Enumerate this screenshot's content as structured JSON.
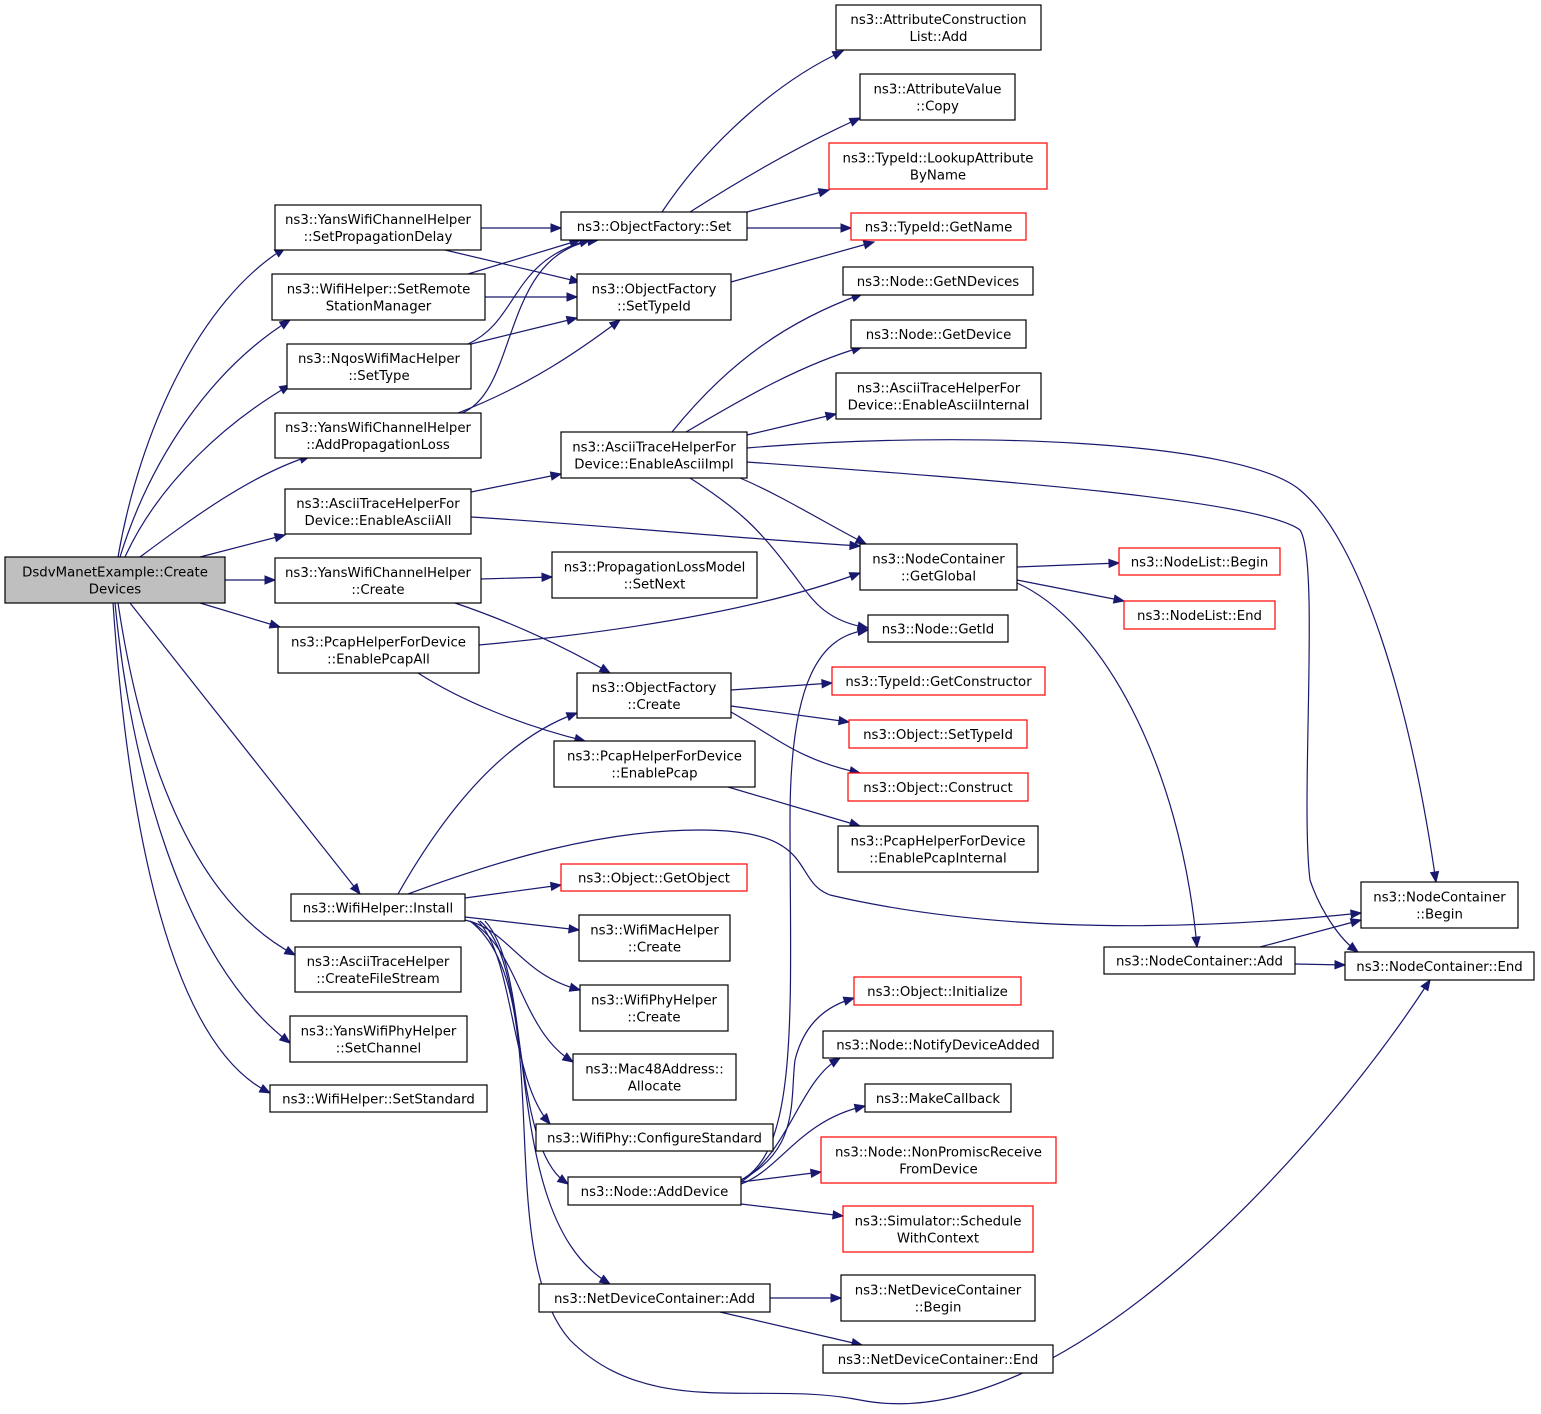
{
  "colors": {
    "edge": "#191970",
    "normal_border": "#000000",
    "undocumented_border": "#ff0000",
    "root_fill": "#bfbfbf",
    "node_fill": "#ffffff"
  },
  "nodes": [
    {
      "id": "root",
      "lines": [
        "DsdvManetExample::Create",
        "Devices"
      ],
      "style": "root"
    },
    {
      "id": "ycSetPropDelay",
      "lines": [
        "ns3::YansWifiChannelHelper",
        "::SetPropagationDelay"
      ],
      "style": "normal"
    },
    {
      "id": "whSetRemote",
      "lines": [
        "ns3::WifiHelper::SetRemote",
        "StationManager"
      ],
      "style": "normal"
    },
    {
      "id": "nqosSetType",
      "lines": [
        "ns3::NqosWifiMacHelper",
        "::SetType"
      ],
      "style": "normal"
    },
    {
      "id": "ycAddPropLoss",
      "lines": [
        "ns3::YansWifiChannelHelper",
        "::AddPropagationLoss"
      ],
      "style": "normal"
    },
    {
      "id": "atEnableAsciiAll",
      "lines": [
        "ns3::AsciiTraceHelperFor",
        "Device::EnableAsciiAll"
      ],
      "style": "normal"
    },
    {
      "id": "ycCreate",
      "lines": [
        "ns3::YansWifiChannelHelper",
        "::Create"
      ],
      "style": "normal"
    },
    {
      "id": "pcapEnableAll",
      "lines": [
        "ns3::PcapHelperForDevice",
        "::EnablePcapAll"
      ],
      "style": "normal"
    },
    {
      "id": "whInstall",
      "lines": [
        "ns3::WifiHelper::Install"
      ],
      "style": "normal"
    },
    {
      "id": "athCreateFileStream",
      "lines": [
        "ns3::AsciiTraceHelper",
        "::CreateFileStream"
      ],
      "style": "normal"
    },
    {
      "id": "ywpSetChannel",
      "lines": [
        "ns3::YansWifiPhyHelper",
        "::SetChannel"
      ],
      "style": "normal"
    },
    {
      "id": "whSetStandard",
      "lines": [
        "ns3::WifiHelper::SetStandard"
      ],
      "style": "normal"
    },
    {
      "id": "ofSet",
      "lines": [
        "ns3::ObjectFactory::Set"
      ],
      "style": "normal"
    },
    {
      "id": "ofSetTypeId",
      "lines": [
        "ns3::ObjectFactory",
        "::SetTypeId"
      ],
      "style": "normal"
    },
    {
      "id": "atEnableAsciiImpl",
      "lines": [
        "ns3::AsciiTraceHelperFor",
        "Device::EnableAsciiImpl"
      ],
      "style": "normal"
    },
    {
      "id": "plmSetNext",
      "lines": [
        "ns3::PropagationLossModel",
        "::SetNext"
      ],
      "style": "normal"
    },
    {
      "id": "ofCreate",
      "lines": [
        "ns3::ObjectFactory",
        "::Create"
      ],
      "style": "normal"
    },
    {
      "id": "pcapEnablePcap",
      "lines": [
        "ns3::PcapHelperForDevice",
        "::EnablePcap"
      ],
      "style": "normal"
    },
    {
      "id": "objGetObject",
      "lines": [
        "ns3::Object::GetObject"
      ],
      "style": "undocumented"
    },
    {
      "id": "wmhCreate",
      "lines": [
        "ns3::WifiMacHelper",
        "::Create"
      ],
      "style": "normal"
    },
    {
      "id": "wphCreate",
      "lines": [
        "ns3::WifiPhyHelper",
        "::Create"
      ],
      "style": "normal"
    },
    {
      "id": "mac48Allocate",
      "lines": [
        "ns3::Mac48Address::",
        "Allocate"
      ],
      "style": "normal"
    },
    {
      "id": "wpConfigureStandard",
      "lines": [
        "ns3::WifiPhy::ConfigureStandard"
      ],
      "style": "normal"
    },
    {
      "id": "nodeAddDevice",
      "lines": [
        "ns3::Node::AddDevice"
      ],
      "style": "normal"
    },
    {
      "id": "ndcAdd",
      "lines": [
        "ns3::NetDeviceContainer::Add"
      ],
      "style": "normal"
    },
    {
      "id": "aclAdd",
      "lines": [
        "ns3::AttributeConstruction",
        "List::Add"
      ],
      "style": "normal"
    },
    {
      "id": "avCopy",
      "lines": [
        "ns3::AttributeValue",
        "::Copy"
      ],
      "style": "normal"
    },
    {
      "id": "tidLookupAttr",
      "lines": [
        "ns3::TypeId::LookupAttribute",
        "ByName"
      ],
      "style": "undocumented"
    },
    {
      "id": "tidGetName",
      "lines": [
        "ns3::TypeId::GetName"
      ],
      "style": "undocumented"
    },
    {
      "id": "nodeGetNDevices",
      "lines": [
        "ns3::Node::GetNDevices"
      ],
      "style": "normal"
    },
    {
      "id": "nodeGetDevice",
      "lines": [
        "ns3::Node::GetDevice"
      ],
      "style": "normal"
    },
    {
      "id": "atEnableAsciiInternal",
      "lines": [
        "ns3::AsciiTraceHelperFor",
        "Device::EnableAsciiInternal"
      ],
      "style": "normal"
    },
    {
      "id": "ncGetGlobal",
      "lines": [
        "ns3::NodeContainer",
        "::GetGlobal"
      ],
      "style": "normal"
    },
    {
      "id": "nodeGetId",
      "lines": [
        "ns3::Node::GetId"
      ],
      "style": "normal"
    },
    {
      "id": "tidGetConstructor",
      "lines": [
        "ns3::TypeId::GetConstructor"
      ],
      "style": "undocumented"
    },
    {
      "id": "objSetTypeId",
      "lines": [
        "ns3::Object::SetTypeId"
      ],
      "style": "undocumented"
    },
    {
      "id": "objConstruct",
      "lines": [
        "ns3::Object::Construct"
      ],
      "style": "undocumented"
    },
    {
      "id": "pcapEnablePcapInternal",
      "lines": [
        "ns3::PcapHelperForDevice",
        "::EnablePcapInternal"
      ],
      "style": "normal"
    },
    {
      "id": "objInitialize",
      "lines": [
        "ns3::Object::Initialize"
      ],
      "style": "undocumented"
    },
    {
      "id": "nodeNotifyDeviceAdded",
      "lines": [
        "ns3::Node::NotifyDeviceAdded"
      ],
      "style": "normal"
    },
    {
      "id": "makeCallback",
      "lines": [
        "ns3::MakeCallback"
      ],
      "style": "normal"
    },
    {
      "id": "nodeNonPromisc",
      "lines": [
        "ns3::Node::NonPromiscReceive",
        "FromDevice"
      ],
      "style": "undocumented"
    },
    {
      "id": "simScheduleWithContext",
      "lines": [
        "ns3::Simulator::Schedule",
        "WithContext"
      ],
      "style": "undocumented"
    },
    {
      "id": "ndcBegin",
      "lines": [
        "ns3::NetDeviceContainer",
        "::Begin"
      ],
      "style": "normal"
    },
    {
      "id": "ndcEnd",
      "lines": [
        "ns3::NetDeviceContainer::End"
      ],
      "style": "normal"
    },
    {
      "id": "nlBegin",
      "lines": [
        "ns3::NodeList::Begin"
      ],
      "style": "undocumented"
    },
    {
      "id": "nlEnd",
      "lines": [
        "ns3::NodeList::End"
      ],
      "style": "undocumented"
    },
    {
      "id": "ncAdd",
      "lines": [
        "ns3::NodeContainer::Add"
      ],
      "style": "normal"
    },
    {
      "id": "ncBegin",
      "lines": [
        "ns3::NodeContainer",
        "::Begin"
      ],
      "style": "normal"
    },
    {
      "id": "ncEnd",
      "lines": [
        "ns3::NodeContainer::End"
      ],
      "style": "normal"
    }
  ],
  "edges": [
    {
      "from": "root",
      "to": "ycSetPropDelay"
    },
    {
      "from": "root",
      "to": "whSetRemote"
    },
    {
      "from": "root",
      "to": "nqosSetType"
    },
    {
      "from": "root",
      "to": "ycAddPropLoss"
    },
    {
      "from": "root",
      "to": "atEnableAsciiAll"
    },
    {
      "from": "root",
      "to": "ycCreate"
    },
    {
      "from": "root",
      "to": "pcapEnableAll"
    },
    {
      "from": "root",
      "to": "whInstall"
    },
    {
      "from": "root",
      "to": "athCreateFileStream"
    },
    {
      "from": "root",
      "to": "ywpSetChannel"
    },
    {
      "from": "root",
      "to": "whSetStandard"
    },
    {
      "from": "ycSetPropDelay",
      "to": "ofSet"
    },
    {
      "from": "ycSetPropDelay",
      "to": "ofSetTypeId"
    },
    {
      "from": "whSetRemote",
      "to": "ofSet"
    },
    {
      "from": "whSetRemote",
      "to": "ofSetTypeId"
    },
    {
      "from": "nqosSetType",
      "to": "ofSet"
    },
    {
      "from": "nqosSetType",
      "to": "ofSetTypeId"
    },
    {
      "from": "ycAddPropLoss",
      "to": "ofSet"
    },
    {
      "from": "ycAddPropLoss",
      "to": "ofSetTypeId"
    },
    {
      "from": "atEnableAsciiAll",
      "to": "atEnableAsciiImpl"
    },
    {
      "from": "atEnableAsciiAll",
      "to": "ncGetGlobal"
    },
    {
      "from": "ycCreate",
      "to": "plmSetNext"
    },
    {
      "from": "ycCreate",
      "to": "ofCreate"
    },
    {
      "from": "pcapEnableAll",
      "to": "ncGetGlobal"
    },
    {
      "from": "pcapEnableAll",
      "to": "pcapEnablePcap"
    },
    {
      "from": "whInstall",
      "to": "ofCreate"
    },
    {
      "from": "whInstall",
      "to": "ncBegin"
    },
    {
      "from": "whInstall",
      "to": "objGetObject"
    },
    {
      "from": "whInstall",
      "to": "wmhCreate"
    },
    {
      "from": "whInstall",
      "to": "wphCreate"
    },
    {
      "from": "whInstall",
      "to": "mac48Allocate"
    },
    {
      "from": "whInstall",
      "to": "wpConfigureStandard"
    },
    {
      "from": "whInstall",
      "to": "nodeAddDevice"
    },
    {
      "from": "whInstall",
      "to": "ndcAdd"
    },
    {
      "from": "whInstall",
      "to": "ncEnd"
    },
    {
      "from": "ofSet",
      "to": "aclAdd"
    },
    {
      "from": "ofSet",
      "to": "avCopy"
    },
    {
      "from": "ofSet",
      "to": "tidLookupAttr"
    },
    {
      "from": "ofSet",
      "to": "tidGetName"
    },
    {
      "from": "ofSetTypeId",
      "to": "tidGetName"
    },
    {
      "from": "atEnableAsciiImpl",
      "to": "nodeGetNDevices"
    },
    {
      "from": "atEnableAsciiImpl",
      "to": "nodeGetDevice"
    },
    {
      "from": "atEnableAsciiImpl",
      "to": "atEnableAsciiInternal"
    },
    {
      "from": "atEnableAsciiImpl",
      "to": "ncBegin"
    },
    {
      "from": "atEnableAsciiImpl",
      "to": "ncEnd"
    },
    {
      "from": "atEnableAsciiImpl",
      "to": "ncGetGlobal"
    },
    {
      "from": "atEnableAsciiImpl",
      "to": "nodeGetId"
    },
    {
      "from": "ofCreate",
      "to": "tidGetConstructor"
    },
    {
      "from": "ofCreate",
      "to": "objSetTypeId"
    },
    {
      "from": "ofCreate",
      "to": "objConstruct"
    },
    {
      "from": "pcapEnablePcap",
      "to": "pcapEnablePcapInternal"
    },
    {
      "from": "nodeAddDevice",
      "to": "nodeGetId"
    },
    {
      "from": "nodeAddDevice",
      "to": "objInitialize"
    },
    {
      "from": "nodeAddDevice",
      "to": "nodeNotifyDeviceAdded"
    },
    {
      "from": "nodeAddDevice",
      "to": "makeCallback"
    },
    {
      "from": "nodeAddDevice",
      "to": "nodeNonPromisc"
    },
    {
      "from": "nodeAddDevice",
      "to": "simScheduleWithContext"
    },
    {
      "from": "ndcAdd",
      "to": "ndcBegin"
    },
    {
      "from": "ndcAdd",
      "to": "ndcEnd"
    },
    {
      "from": "ncGetGlobal",
      "to": "nlBegin"
    },
    {
      "from": "ncGetGlobal",
      "to": "nlEnd"
    },
    {
      "from": "ncGetGlobal",
      "to": "ncAdd"
    },
    {
      "from": "ncAdd",
      "to": "ncBegin"
    },
    {
      "from": "ncAdd",
      "to": "ncEnd"
    }
  ]
}
